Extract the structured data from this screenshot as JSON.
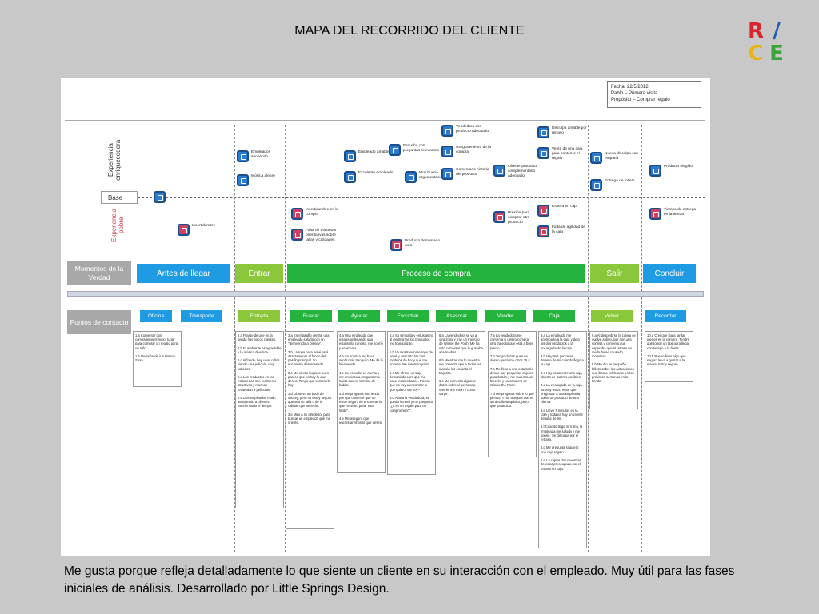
{
  "title": "MAPA DEL RECORRIDO DEL CLIENTE",
  "logo": {
    "letters": [
      "R",
      "/",
      "C",
      "E"
    ],
    "colors": [
      "#d9262c",
      "#1e5fb0",
      "#e8b41a",
      "#3aa43a"
    ]
  },
  "header": {
    "line1": "Fecha: 22/5/2012",
    "line2": "Pablo – Primera visita",
    "line3": "Propósito – Comprar regalo"
  },
  "axis": {
    "rich": "Experiencia enriquecedora",
    "base": "Base",
    "poor": "Experiencia pobre"
  },
  "row_labels": {
    "moments": "Momentos de la Verdad",
    "touchpoints": "Puntos de contacto"
  },
  "phases": [
    "Antes de llegar",
    "Entrar",
    "Proceso de compra",
    "Salir",
    "Concluir"
  ],
  "touchpoints": [
    "Oficina",
    "Transporte",
    "Entrada",
    "Buscar",
    "Ayudar",
    "Escuchar",
    "Asesorar",
    "Vender",
    "Caja",
    "Volver",
    "Recordar"
  ],
  "markers": [
    {
      "type": "good",
      "label": ""
    },
    {
      "type": "bad",
      "label": "Incertidumbre"
    },
    {
      "type": "good",
      "label": "Empleados sonriendo"
    },
    {
      "type": "good",
      "label": "Música alegre"
    },
    {
      "type": "bad",
      "label": "Incertidumbre en la compra"
    },
    {
      "type": "bad",
      "label": "Falta de etiquetas orientativas sobre tallas y calidades"
    },
    {
      "type": "good",
      "label": "Empleado amable"
    },
    {
      "type": "good",
      "label": "Excelente empleado"
    },
    {
      "type": "good",
      "label": "Escucha con preguntas relevantes"
    },
    {
      "type": "good",
      "label": "Muy buena argumentación"
    },
    {
      "type": "bad",
      "label": "Producto demasiado caro"
    },
    {
      "type": "good",
      "label": "Vendedora con producto adecuado"
    },
    {
      "type": "good",
      "label": "Aseguramiento de la compra"
    },
    {
      "type": "good",
      "label": "Comentario historia del producto"
    },
    {
      "type": "good",
      "label": "Ofrecer producto complementario adecuado"
    },
    {
      "type": "bad",
      "label": "Presión para comprar otro producto"
    },
    {
      "type": "good",
      "label": "Disculpa amable por retraso"
    },
    {
      "type": "good",
      "label": "Venta de una caja para contener el regalo"
    },
    {
      "type": "bad",
      "label": "Espera en caja"
    },
    {
      "type": "bad",
      "label": "Falta de agilidad de la caja"
    },
    {
      "type": "good",
      "label": "Nueva disculpa con empatía"
    },
    {
      "type": "good",
      "label": "Entrega de folleto"
    },
    {
      "type": "good",
      "label": "Producto elegido"
    },
    {
      "type": "bad",
      "label": "Tiempo de entrega en la tienda"
    }
  ],
  "notes": [
    "1.a Comentar con compañeros el mejor lugar para comprar un regalo para un niño.\n\n1.b Decisión de ir a Disney Store.",
    "2.a Fijarse de que en la tienda hay pocos clientes.\n\n2.b El ambiente es agradable y la música divertida.\n\n2.c Al fondo, hay unos niños viendo una película, muy callados.\n\n2.d Los productos en las estanterías son realmente atractivos y muchos recuerdan a películas.\n\n2.e Dos empleados están atendiendo a clientes. Sonríen todo el tiempo.",
    "3.a En el pasillo central una empleada saluda con un \"Bienvenido a Disney\".\n\n3.b La ropa para bebé está directamente al fondo del pasillo principal. Lo encuentro desordenado.\n\n3.c Me siento inquieto pues parece que no hay lo que deseo. Tengo que comprarlo hoy!\n\n3.d Observo un body de Mickey, pero no estoy seguro que sea su talla o de la calidad que necesito.\n\n3.e Miro a mi alrededor para buscar un empleado que me oriente.",
    "4.a Una empleada que estaba ordenando una estantería conciso, me sonríe y se acerca.\n\n4.b Su sonrisa me hace sentir más tranquilo. Me da la bienvenida.\n\n4.c Su escucha es atenta y me empieza a preguntarme hasta que no termina de hablar.\n\n4.d Me pregunta sonriendo por qué comenté que no estoy seguro de encontrar lo que necesito para \"esta tarde\".\n\n4.e Me asegura que encontraremos lo que deseo.",
    "5.a Su simpatía y entusiasmo al mostrarme los productos me tranquilizan.\n\n5.b Va mostrándome ropa de bebé y descarto los dos modelos de body que me enseña. Me siento inquieto.\n\n5.c Me ofrece un traje demasiado caro que me hace incomodarme. Pienso que no voy a encontrar lo que quiero. Me voy?\n\n5.d Ahora la vendedora, se queda inmóvil y me pregunta, \"¿a es un regalo para un compromiso?\".",
    "6.a La vendedora se va a otra zona y trae un trajecito de Winnie the Pooh. Me ha sido comentar que le gustaba a la madre!\n\n6.b Mientras me lo muestra me comenta que a todas las mamás les encanta el trajecito.\n\n6.c Me comenta algunos datos sobre el personaje Winnie the Pooh y como surge.",
    "7.a La vendedora me comenta si deseo comprar otro trajecito que está a buen precio.\n\n7.b Tengo dudas pues no deseo gastarme otros 25 €.\n\n7.c Me lleva a una estantería donde hay pequeños objetos para bebés y me muestra un biberón y un sonajero de Winnie the Pooh.\n\n7.d Me pregunta sobre lo que pienso. Y me asegura que es un detalle simpático, pero que ya decido.",
    "8.a La empleada me acompaña a la caja y deja los dos productos a la encargada de la caja.\n\n8.b Hay tres personas delante de mí cuando llego a la caja.\n\n8.c Hay solamente una caja abierta de las tres posibles.\n\n8.d La encargada de la caja va muy lenta. Tiene que preguntar a una empleada sobre un producto de una clienta.\n\n8.e Llevo 7 minutos en la cola y todavía hay un cliente delante de mí.\n\n8.f Cuando llego mi turno, la empleada me saluda y me sonríe. Se disculpa por el retraso.\n\n8.g Me pregunta si quiero una caja regalo.\n\n8.e La cajera dos muestras de estar preocupada por el retraso en caja.",
    "9.a Al despedirse la cajera se vuelve a disculpar con una sonrisa y comenta que esperaba que el retraso no me hubiese causado molestias.\n\n9.b Me dio un pequeño folleto sobre las actuaciones que iban a celebrarse en los próximos semanas en la tienda.",
    "10.a Creí que iba a tardar menos en la compra. Tendré que tomar un taxi para llegar con tiempo a la fiesta.\n\n10.b Bueno llevo algo que seguro le va a gustar a la madre. Estoy seguro."
  ],
  "caption": "Me gusta porque refleja detalladamente lo que siente un cliente en su interacción con el empleado. Muy útil para las fases iniciales de análisis. Desarrollado por Little Springs Design."
}
